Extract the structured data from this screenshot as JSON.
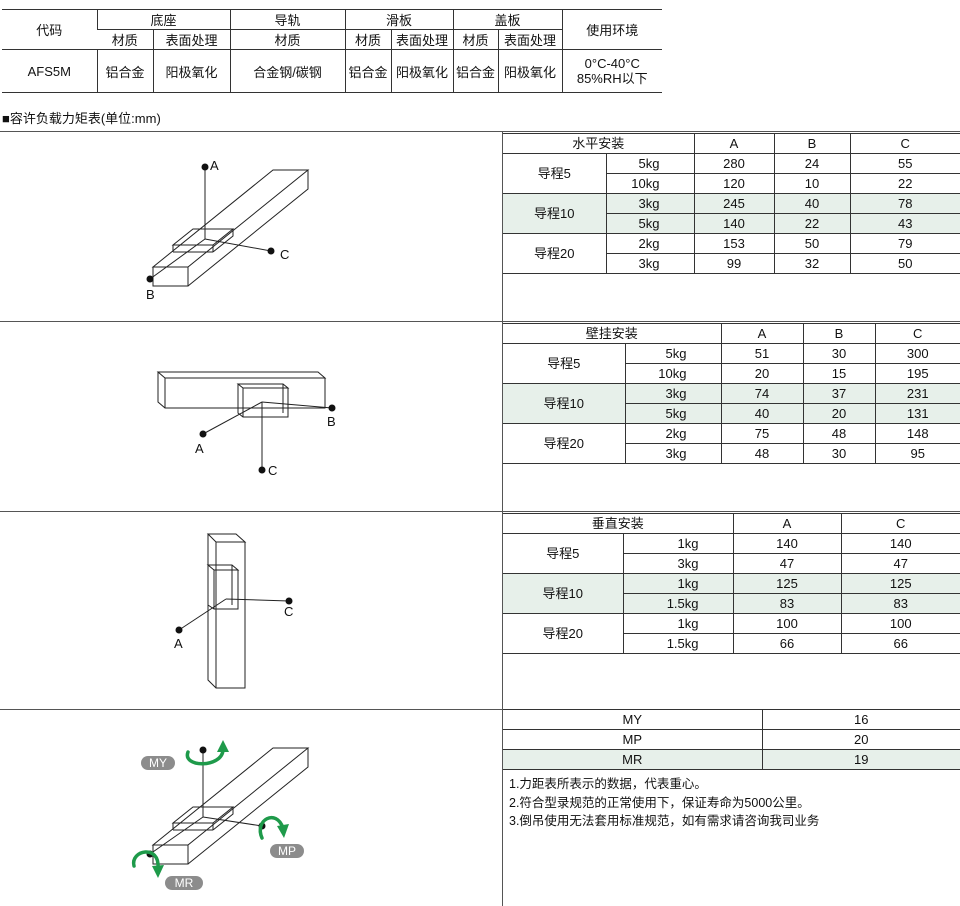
{
  "spec": {
    "code_header": "代码",
    "base_header": "底座",
    "guide_header": "导轨",
    "slider_header": "滑板",
    "cover_header": "盖板",
    "env_header": "使用环境",
    "sub": {
      "base_material": "材质",
      "base_surface": "表面处理",
      "guide_material": "材质",
      "slider_material": "材质",
      "slider_surface": "表面处理",
      "cover_material": "材质",
      "cover_surface": "表面处理"
    },
    "row": {
      "code": "AFS5M",
      "base_material": "铝合金",
      "base_surface": "阳极氧化",
      "guide_material": "合金钢/碳钢",
      "slider_material": "铝合金",
      "slider_surface": "阳极氧化",
      "cover_material": "铝合金",
      "cover_surface": "阳极氧化",
      "env_line1": "0°C-40°C",
      "env_line2": "85%RH以下"
    }
  },
  "section_title": "■容许负载力矩表(单位:mm)",
  "horizontal": {
    "title": "水平安装",
    "cols": [
      "A",
      "B",
      "C"
    ],
    "groups": [
      {
        "label": "导程5",
        "rows": [
          {
            "load": "5kg",
            "v": [
              "280",
              "24",
              "55"
            ]
          },
          {
            "load": "10kg",
            "v": [
              "120",
              "10",
              "22"
            ]
          }
        ]
      },
      {
        "label": "导程10",
        "rows": [
          {
            "load": "3kg",
            "v": [
              "245",
              "40",
              "78"
            ]
          },
          {
            "load": "5kg",
            "v": [
              "140",
              "22",
              "43"
            ]
          }
        ]
      },
      {
        "label": "导程20",
        "rows": [
          {
            "load": "2kg",
            "v": [
              "153",
              "50",
              "79"
            ]
          },
          {
            "load": "3kg",
            "v": [
              "99",
              "32",
              "50"
            ]
          }
        ]
      }
    ]
  },
  "wall": {
    "title": "壁挂安装",
    "cols": [
      "A",
      "B",
      "C"
    ],
    "groups": [
      {
        "label": "导程5",
        "rows": [
          {
            "load": "5kg",
            "v": [
              "51",
              "30",
              "300"
            ]
          },
          {
            "load": "10kg",
            "v": [
              "20",
              "15",
              "195"
            ]
          }
        ]
      },
      {
        "label": "导程10",
        "rows": [
          {
            "load": "3kg",
            "v": [
              "74",
              "37",
              "231"
            ]
          },
          {
            "load": "5kg",
            "v": [
              "40",
              "20",
              "131"
            ]
          }
        ]
      },
      {
        "label": "导程20",
        "rows": [
          {
            "load": "2kg",
            "v": [
              "75",
              "48",
              "148"
            ]
          },
          {
            "load": "3kg",
            "v": [
              "48",
              "30",
              "95"
            ]
          }
        ]
      }
    ]
  },
  "vertical": {
    "title": "垂直安装",
    "cols": [
      "A",
      "C"
    ],
    "groups": [
      {
        "label": "导程5",
        "rows": [
          {
            "load": "1kg",
            "v": [
              "140",
              "140"
            ]
          },
          {
            "load": "3kg",
            "v": [
              "47",
              "47"
            ]
          }
        ]
      },
      {
        "label": "导程10",
        "rows": [
          {
            "load": "1kg",
            "v": [
              "125",
              "125"
            ]
          },
          {
            "load": "1.5kg",
            "v": [
              "83",
              "83"
            ]
          }
        ]
      },
      {
        "label": "导程20",
        "rows": [
          {
            "load": "1kg",
            "v": [
              "100",
              "100"
            ]
          },
          {
            "load": "1.5kg",
            "v": [
              "66",
              "66"
            ]
          }
        ]
      }
    ]
  },
  "moments": [
    {
      "name": "MY",
      "value": "16"
    },
    {
      "name": "MP",
      "value": "20"
    },
    {
      "name": "MR",
      "value": "19"
    }
  ],
  "notes": [
    "1.力距表所表示的数据，代表重心。",
    "2.符合型录规范的正常使用下，保证寿命为5000公里。",
    "3.倒吊使用无法套用标准规范，如有需求请咨询我司业务"
  ],
  "figure_labels": {
    "a": "A",
    "b": "B",
    "c": "C",
    "my": "MY",
    "mp": "MP",
    "mr": "MR"
  },
  "colors": {
    "shade": "#e7f0ea",
    "arrow_green": "#1e9a4a",
    "pill_gray": "#8c8c8c"
  }
}
